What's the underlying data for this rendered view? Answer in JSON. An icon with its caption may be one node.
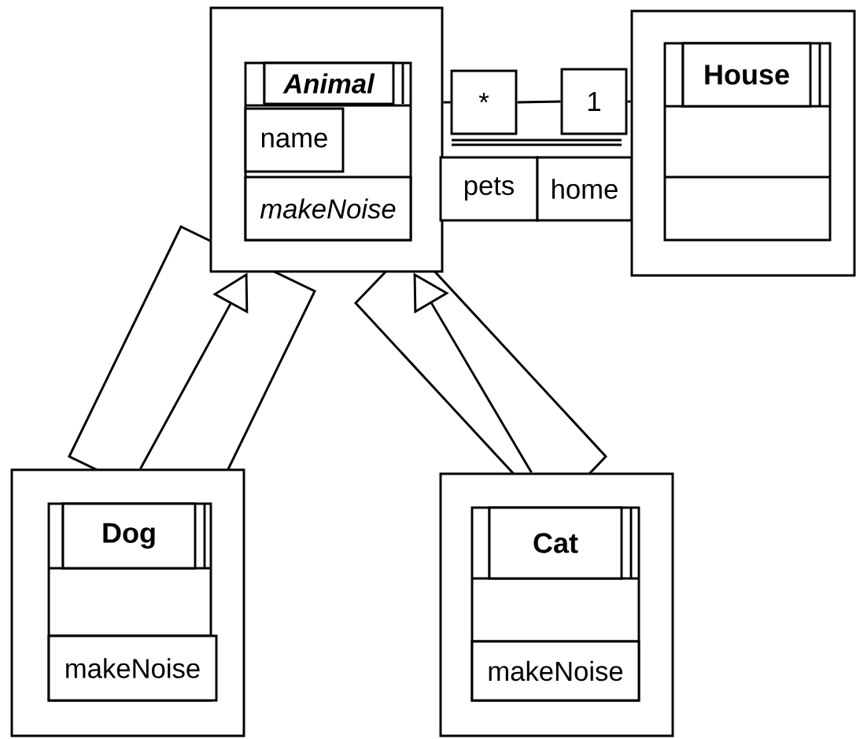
{
  "diagram": {
    "nodes": [
      {
        "text": [],
        "shape": "box"
      },
      {
        "text": [
          "Animal"
        ],
        "in": 0
      },
      {
        "text": [
          "name"
        ],
        "in": 0
      },
      {
        "text": [
          "makeNoise"
        ],
        "in": 0
      },
      {
        "text": [
          "*"
        ]
      },
      {
        "text": [
          "1"
        ]
      },
      {
        "text": [
          "pets"
        ]
      },
      {
        "text": [
          "home"
        ]
      },
      {
        "text": [],
        "shape": "box"
      },
      {
        "text": [
          "House"
        ],
        "in": 8
      },
      {
        "text": [],
        "shape": "box"
      },
      {
        "text": [
          "Dog"
        ],
        "in": 10
      },
      {
        "text": [
          "makeNoise"
        ],
        "in": 10
      },
      {
        "text": [],
        "shape": "box"
      },
      {
        "text": [
          "Cat"
        ],
        "in": 13
      },
      {
        "text": [
          "makeNoise"
        ],
        "in": 13
      }
    ],
    "edges": [
      {
        "from": 10,
        "to": 0,
        "arrow": "to"
      },
      {
        "from": 13,
        "to": 0,
        "arrow": "to"
      },
      {
        "from": 0,
        "to": 4,
        "arrow": "none"
      },
      {
        "from": 4,
        "to": 5,
        "arrow": "none"
      },
      {
        "from": 5,
        "to": 8,
        "arrow": "none"
      }
    ]
  }
}
